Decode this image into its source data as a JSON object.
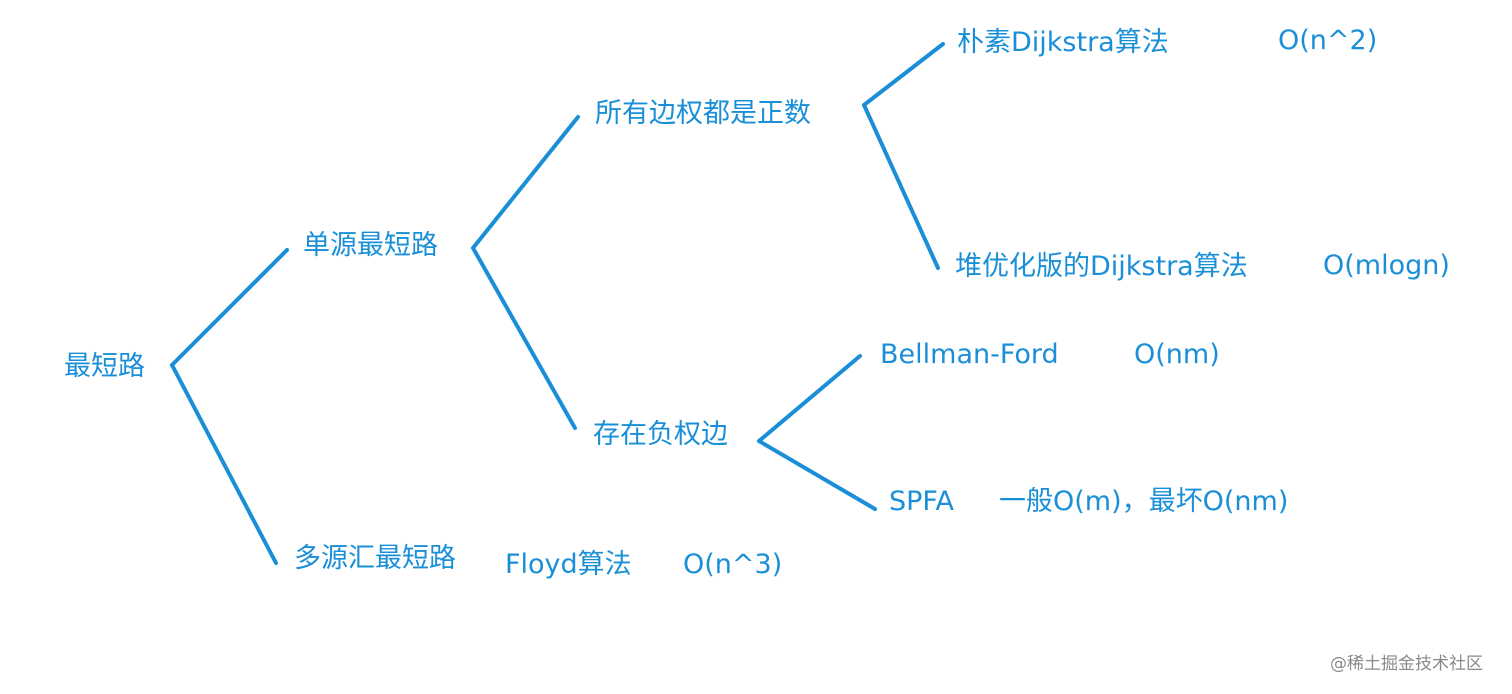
{
  "colors": {
    "accent": "#1a8fd8",
    "watermark": "#8a8a8a",
    "background": "#ffffff"
  },
  "tree": {
    "root": "最短路",
    "single_source": {
      "label": "单源最短路",
      "all_positive": {
        "label": "所有边权都是正数",
        "naive_dijkstra": {
          "name": "朴素Dijkstra算法",
          "complexity": "O(n^2)"
        },
        "heap_dijkstra": {
          "name": "堆优化版的Dijkstra算法",
          "complexity": "O(mlogn)"
        }
      },
      "negative": {
        "label": "存在负权边",
        "bellman_ford": {
          "name": "Bellman-Ford",
          "complexity": "O(nm)"
        },
        "spfa": {
          "name": "SPFA",
          "complexity": "一般O(m)，最坏O(nm)"
        }
      }
    },
    "multi_source": {
      "label": "多源汇最短路",
      "floyd": {
        "name": "Floyd算法",
        "complexity": "O(n^3)"
      }
    }
  },
  "watermark": "@稀土掘金技术社区"
}
